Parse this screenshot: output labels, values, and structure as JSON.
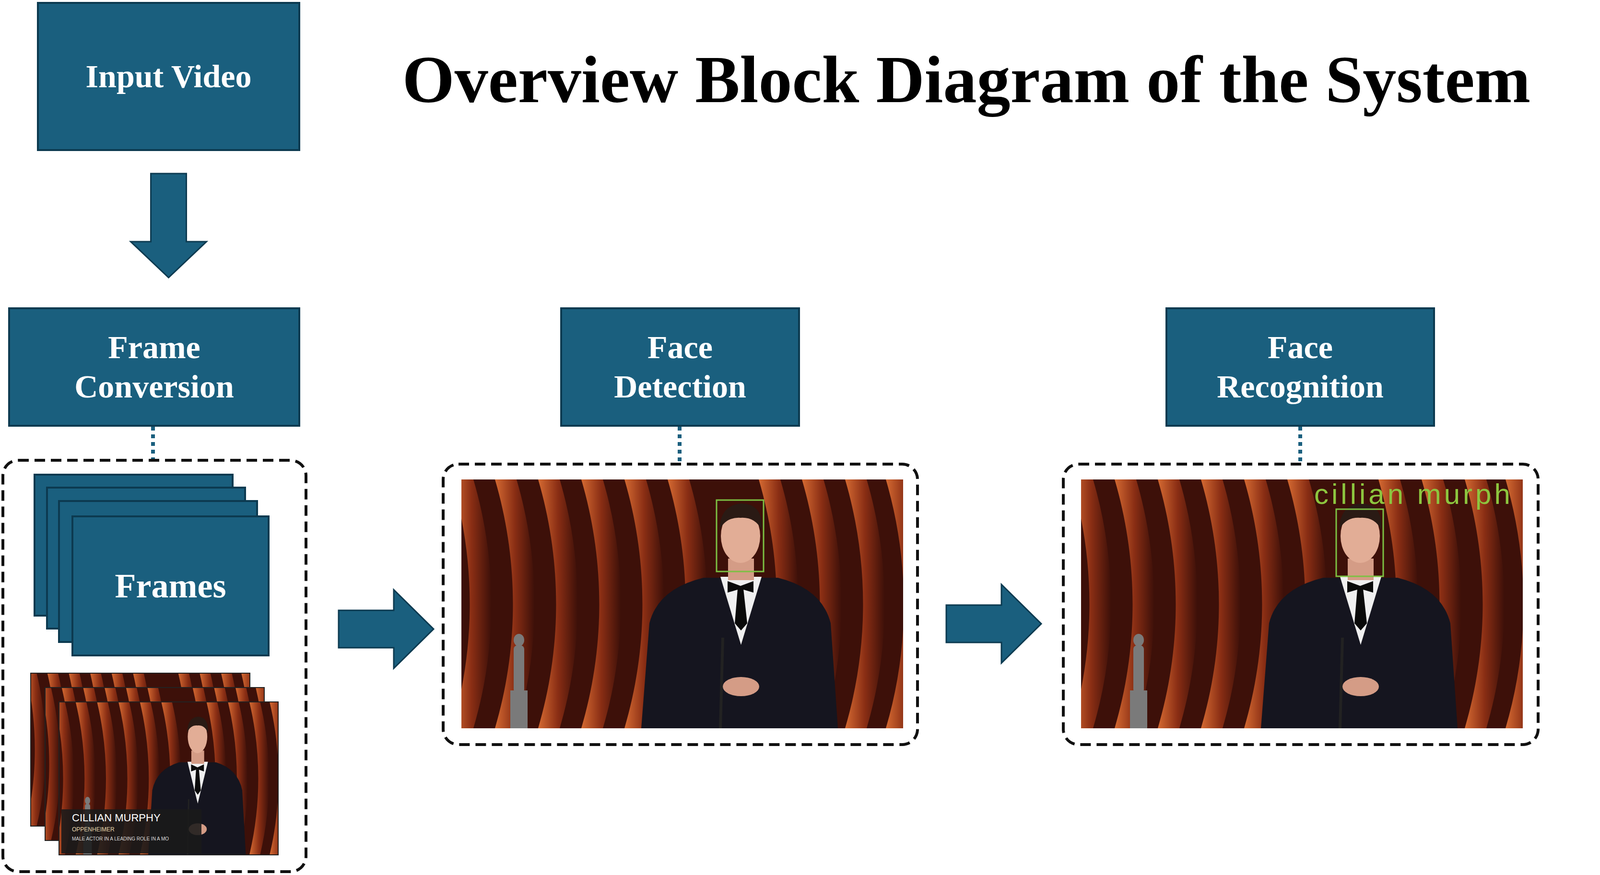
{
  "diagram": {
    "title": "Overview Block Diagram of the System",
    "nodes": [
      {
        "text": [
          "Input Video"
        ]
      },
      {
        "text": [
          "Frame Conversion"
        ]
      },
      {
        "text": [
          "Frames"
        ]
      },
      {
        "text": [
          "Face Detection"
        ]
      },
      {
        "text": [
          "Face Recognition"
        ]
      }
    ],
    "edges": [
      {
        "from": 0,
        "to": 1,
        "arrow": "to"
      }
    ],
    "labels": [
      "CILLIAN MURPHY",
      "OPPENHEIMER",
      "MALE ACTOR IN A LEADING ROLE IN A MO",
      "cillian murph"
    ]
  }
}
